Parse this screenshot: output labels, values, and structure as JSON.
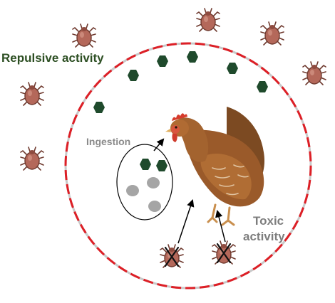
{
  "labels": {
    "repulsive": "Repulsive activity",
    "ingestion": "Ingestion",
    "toxic_line1": "Toxic",
    "toxic_line2": "activity"
  },
  "colors": {
    "boundary_red": "#dd1f26",
    "boundary_gap": "#c9c9c9",
    "hexagon": "#1f4a2c",
    "mite": "#b4685a",
    "mite_dark": "#6f3a2f",
    "pellet": "#a5a5a5",
    "repulsive_text": "#2d4f23",
    "ingestion_text": "#8a8a8a",
    "toxic_text": "#7d7d7d"
  },
  "icons": {
    "organism": "hen-illustration",
    "pest": "mite-icon",
    "repellent": "hexagon-icon",
    "killed_pest": "crossed-mite-icon"
  }
}
